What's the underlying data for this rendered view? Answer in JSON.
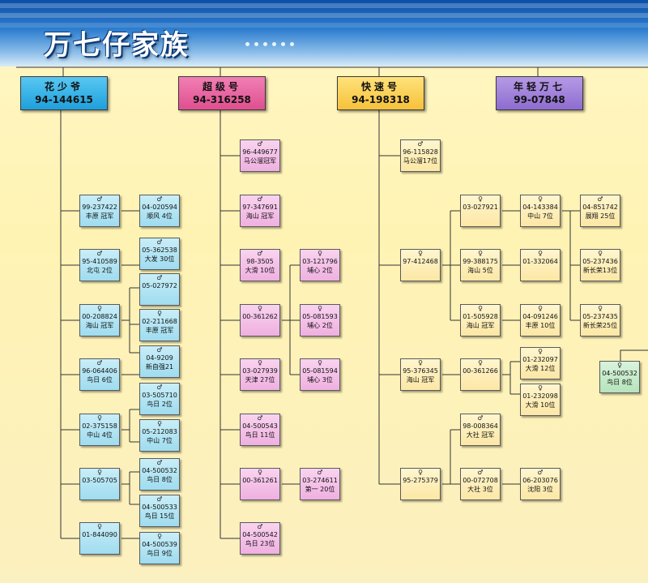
{
  "title": "万七仔家族",
  "colors": {
    "blue": "#9fdcef",
    "pink": "#efb0e0",
    "yellow": "#fce7a5",
    "green": "#b5e4bb"
  },
  "roots": [
    {
      "name": "花少爷",
      "id": "94-144615",
      "color": "blue"
    },
    {
      "name": "超级号",
      "id": "94-316258",
      "color": "pink"
    },
    {
      "name": "快速号",
      "id": "94-198318",
      "color": "yellow"
    },
    {
      "name": "年轻万七",
      "id": "99-07848",
      "color": "violet"
    }
  ],
  "nodes": [
    {
      "sex": "♂",
      "id": "99-237422",
      "result": "丰原 冠军"
    },
    {
      "sex": "♂",
      "id": "04-020594",
      "result": "顺风 4位"
    },
    {
      "sex": "♂",
      "id": "95-410589",
      "result": "北屯 2位"
    },
    {
      "sex": "♂",
      "id": "05-362538",
      "result": "大发 30位"
    },
    {
      "sex": "♀",
      "id": "00-208824",
      "result": "海山 冠军"
    },
    {
      "sex": "♂",
      "id": "05-027972",
      "result": ""
    },
    {
      "sex": "♀",
      "id": "02-211668",
      "result": "丰原 冠军"
    },
    {
      "sex": "♂",
      "id": "04-9209",
      "result": "新自强21"
    },
    {
      "sex": "♂",
      "id": "96-064406",
      "result": "鸟日 6位"
    },
    {
      "sex": "♂",
      "id": "03-505710",
      "result": "鸟日 2位"
    },
    {
      "sex": "♀",
      "id": "02-375158",
      "result": "中山 4位"
    },
    {
      "sex": "♀",
      "id": "05-212083",
      "result": "中山 7位"
    },
    {
      "sex": "♀",
      "id": "03-505705",
      "result": ""
    },
    {
      "sex": "♂",
      "id": "04-500532",
      "result": "鸟日 8位"
    },
    {
      "sex": "♂",
      "id": "04-500533",
      "result": "鸟日 15位"
    },
    {
      "sex": "♀",
      "id": "01-844090",
      "result": ""
    },
    {
      "sex": "♀",
      "id": "04-500539",
      "result": "鸟日 9位"
    },
    {
      "sex": "♂",
      "id": "96-449677",
      "result": "马公溜冠军"
    },
    {
      "sex": "♂",
      "id": "97-347691",
      "result": "海山 冠军"
    },
    {
      "sex": "♂",
      "id": "98-3505",
      "result": "大滑 10位"
    },
    {
      "sex": "♀",
      "id": "03-121796",
      "result": "埔心 2位"
    },
    {
      "sex": "♀",
      "id": "00-361262",
      "result": ""
    },
    {
      "sex": "♀",
      "id": "05-081593",
      "result": "埔心 2位"
    },
    {
      "sex": "♀",
      "id": "03-027939",
      "result": "天津 27位"
    },
    {
      "sex": "♀",
      "id": "05-081594",
      "result": "埔心 3位"
    },
    {
      "sex": "♂",
      "id": "04-500543",
      "result": "鸟日 11位"
    },
    {
      "sex": "♀",
      "id": "00-361261",
      "result": ""
    },
    {
      "sex": "♂",
      "id": "03-274611",
      "result": "第一 20位"
    },
    {
      "sex": "♂",
      "id": "04-500542",
      "result": "鸟日 23位"
    },
    {
      "sex": "♂",
      "id": "96-115828",
      "result": "马公溜17位"
    },
    {
      "sex": "♀",
      "id": "03-027921",
      "result": ""
    },
    {
      "sex": "♀",
      "id": "04-143384",
      "result": "中山 7位"
    },
    {
      "sex": "♂",
      "id": "04-851742",
      "result": "展翔 25位"
    },
    {
      "sex": "♀",
      "id": "97-412468",
      "result": ""
    },
    {
      "sex": "♀",
      "id": "99-388175",
      "result": "海山 5位"
    },
    {
      "sex": "♀",
      "id": "01-332064",
      "result": ""
    },
    {
      "sex": "♀",
      "id": "05-237436",
      "result": "新长荣13位"
    },
    {
      "sex": "♀",
      "id": "01-505928",
      "result": "海山 冠军"
    },
    {
      "sex": "♀",
      "id": "04-091246",
      "result": "丰原 10位"
    },
    {
      "sex": "♀",
      "id": "05-237435",
      "result": "新长荣25位"
    },
    {
      "sex": "♀",
      "id": "04-500532",
      "result": "鸟日 8位"
    },
    {
      "sex": "♀",
      "id": "95-376345",
      "result": "海山 冠军"
    },
    {
      "sex": "♀",
      "id": "00-361266",
      "result": ""
    },
    {
      "sex": "♀",
      "id": "01-232097",
      "result": "大滑 12位"
    },
    {
      "sex": "♀",
      "id": "01-232098",
      "result": "大滑 10位"
    },
    {
      "sex": "♂",
      "id": "98-008364",
      "result": "大社 冠军"
    },
    {
      "sex": "♀",
      "id": "95-275379",
      "result": ""
    },
    {
      "sex": "♂",
      "id": "00-072708",
      "result": "大社 3位"
    },
    {
      "sex": "♂",
      "id": "06-203076",
      "result": "沈阳 3位"
    }
  ]
}
